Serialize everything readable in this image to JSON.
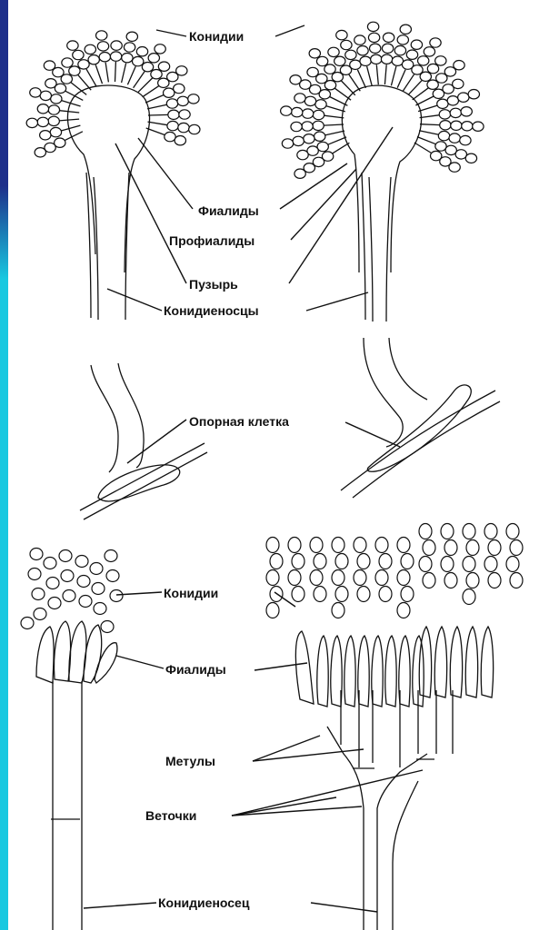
{
  "labels": {
    "conidia_top": "Конидии",
    "phialides_top": "Фиалиды",
    "prophialides": "Профиалиды",
    "vesicle": "Пузырь",
    "conidiophores": "Конидиеносцы",
    "foot_cell": "Опорная клетка",
    "conidia_bottom": "Конидии",
    "phialides_bottom": "Фиалиды",
    "metulae": "Метулы",
    "branches": "Веточки",
    "conidiophore": "Конидиеносец"
  },
  "colors": {
    "stripe_top": "#1d2f8a",
    "stripe_bottom": "#18c8e0",
    "ink": "#111111"
  }
}
